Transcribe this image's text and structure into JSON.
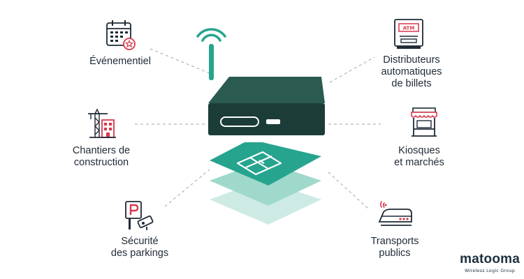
{
  "labels": {
    "evenementiel": [
      "Événementiel"
    ],
    "distributeurs": [
      "Distributeurs",
      "automatiques",
      "de billets"
    ],
    "chantiers": [
      "Chantiers de",
      "construction"
    ],
    "kiosques": [
      "Kiosques",
      "et marchés"
    ],
    "securite": [
      "Sécurité",
      "des parkings"
    ],
    "transports": [
      "Transports",
      "publics"
    ]
  },
  "atm_screen_text": "ATM",
  "brand": {
    "name": "matooma",
    "tagline": "Wireless Logic Group"
  },
  "icons": {
    "evenementiel": "calendar-star-icon",
    "distributeurs": "atm-machine-icon",
    "chantiers": "construction-crane-icon",
    "kiosques": "market-stall-icon",
    "securite": "parking-camera-icon",
    "transports": "train-signal-icon"
  },
  "colors": {
    "teal": "#26a48e",
    "teal_light": "#9fd9cc",
    "teal_lighter": "#cdebe4",
    "device_dark": "#1c3d37",
    "device_top": "#2a5a50",
    "accent_red": "#d8384b",
    "line_gray": "#b8b8b8",
    "text": "#1f2a36"
  }
}
